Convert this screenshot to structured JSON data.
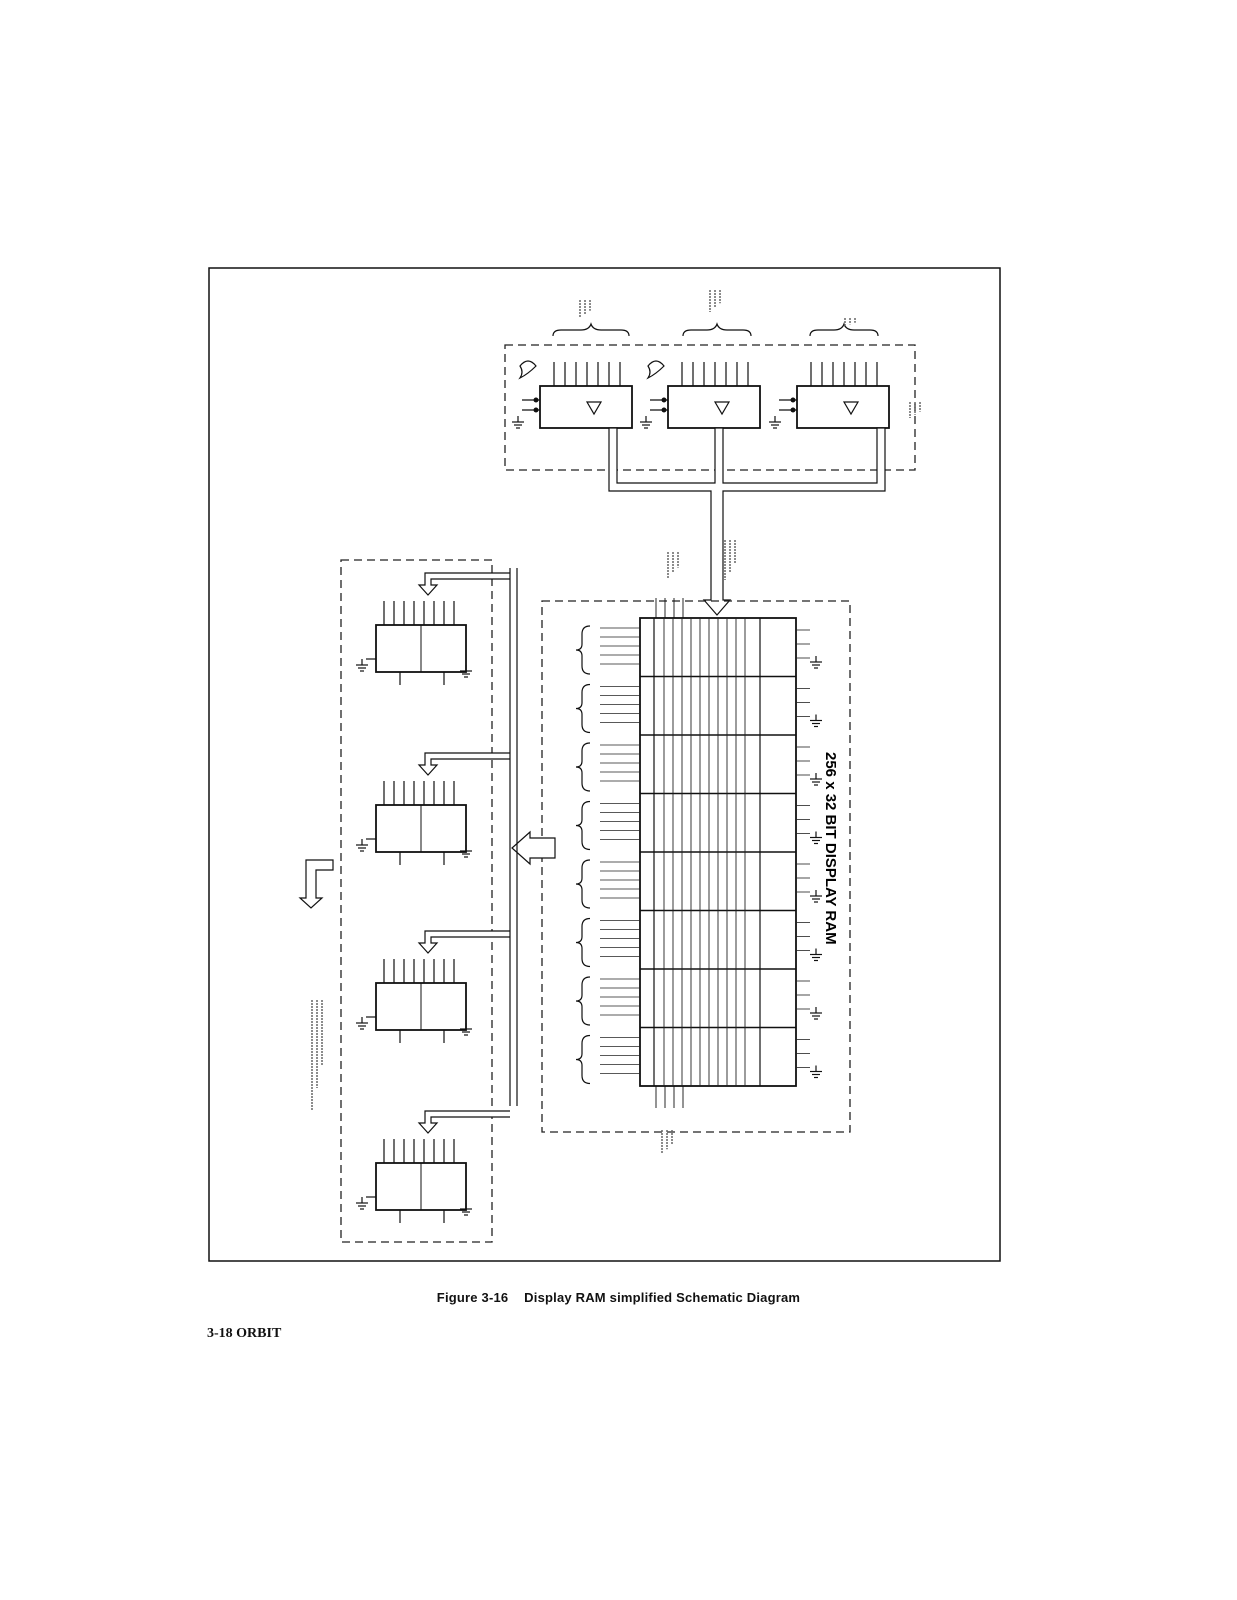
{
  "figure": {
    "caption_number": "Figure 3-16",
    "caption_text": "Display RAM simplified Schematic Diagram"
  },
  "footer": {
    "page_label": "3-18 ORBIT"
  },
  "schematic": {
    "ram_title": "256 x 32 BIT DISPLAY RAM",
    "ram_chip_count": 8,
    "buffer_chip_count": 3,
    "latch_chip_count": 4
  }
}
